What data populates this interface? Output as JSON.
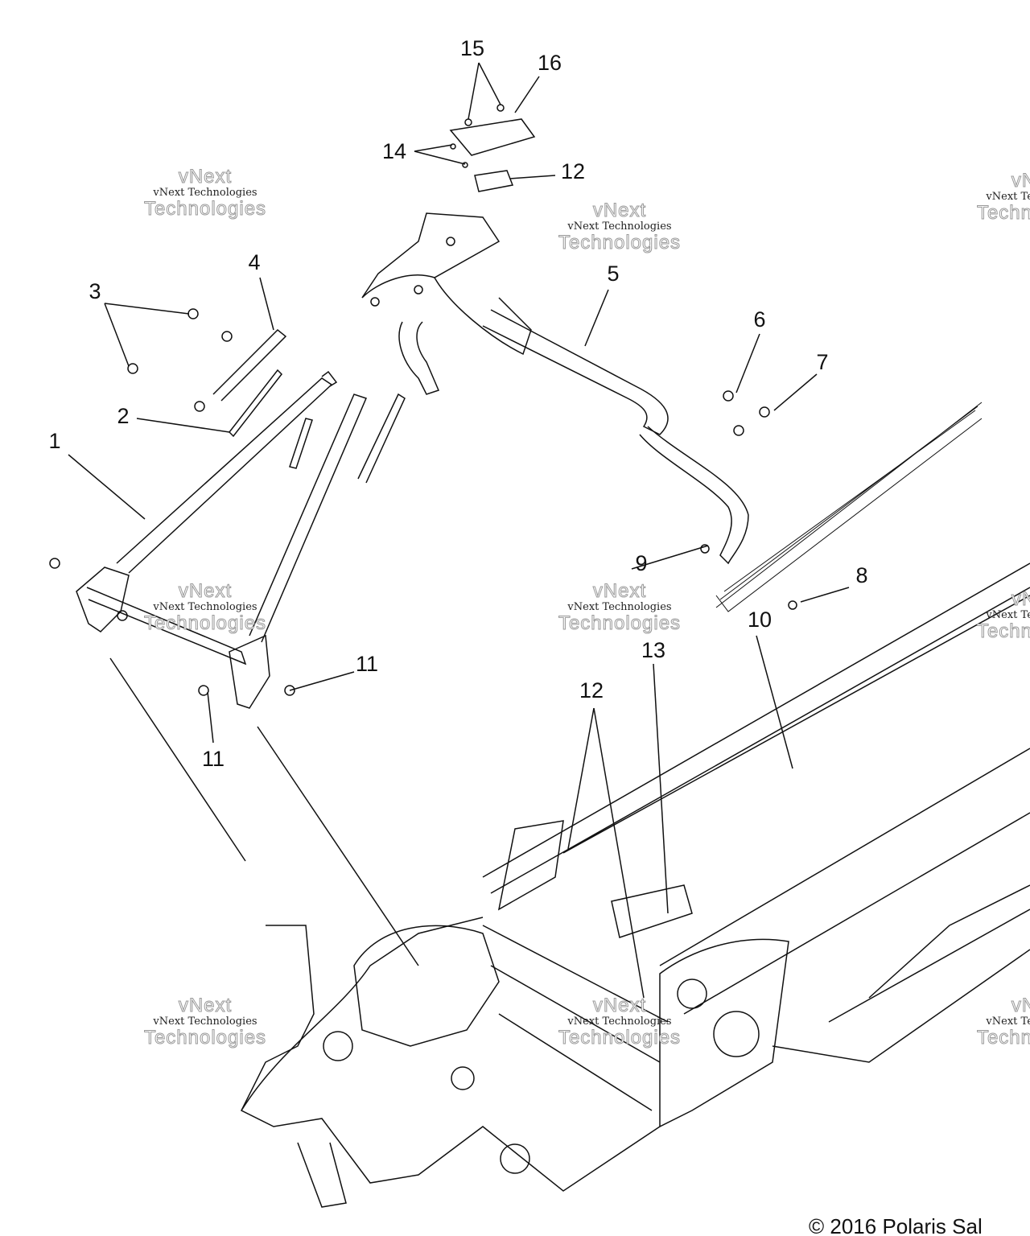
{
  "callouts": [
    {
      "id": "15",
      "label": "15"
    },
    {
      "id": "16",
      "label": "16"
    },
    {
      "id": "14",
      "label": "14"
    },
    {
      "id": "12a",
      "label": "12"
    },
    {
      "id": "4",
      "label": "4"
    },
    {
      "id": "3",
      "label": "3"
    },
    {
      "id": "5",
      "label": "5"
    },
    {
      "id": "6",
      "label": "6"
    },
    {
      "id": "7",
      "label": "7"
    },
    {
      "id": "2",
      "label": "2"
    },
    {
      "id": "1",
      "label": "1"
    },
    {
      "id": "9",
      "label": "9"
    },
    {
      "id": "8",
      "label": "8"
    },
    {
      "id": "10",
      "label": "10"
    },
    {
      "id": "13",
      "label": "13"
    },
    {
      "id": "11a",
      "label": "11"
    },
    {
      "id": "11b",
      "label": "11"
    },
    {
      "id": "12b",
      "label": "12"
    }
  ],
  "watermark": {
    "line1": "vNext",
    "line2": "Technologies",
    "small": "vNext Technologies"
  },
  "copyright": "© 2016 Polaris Sal"
}
